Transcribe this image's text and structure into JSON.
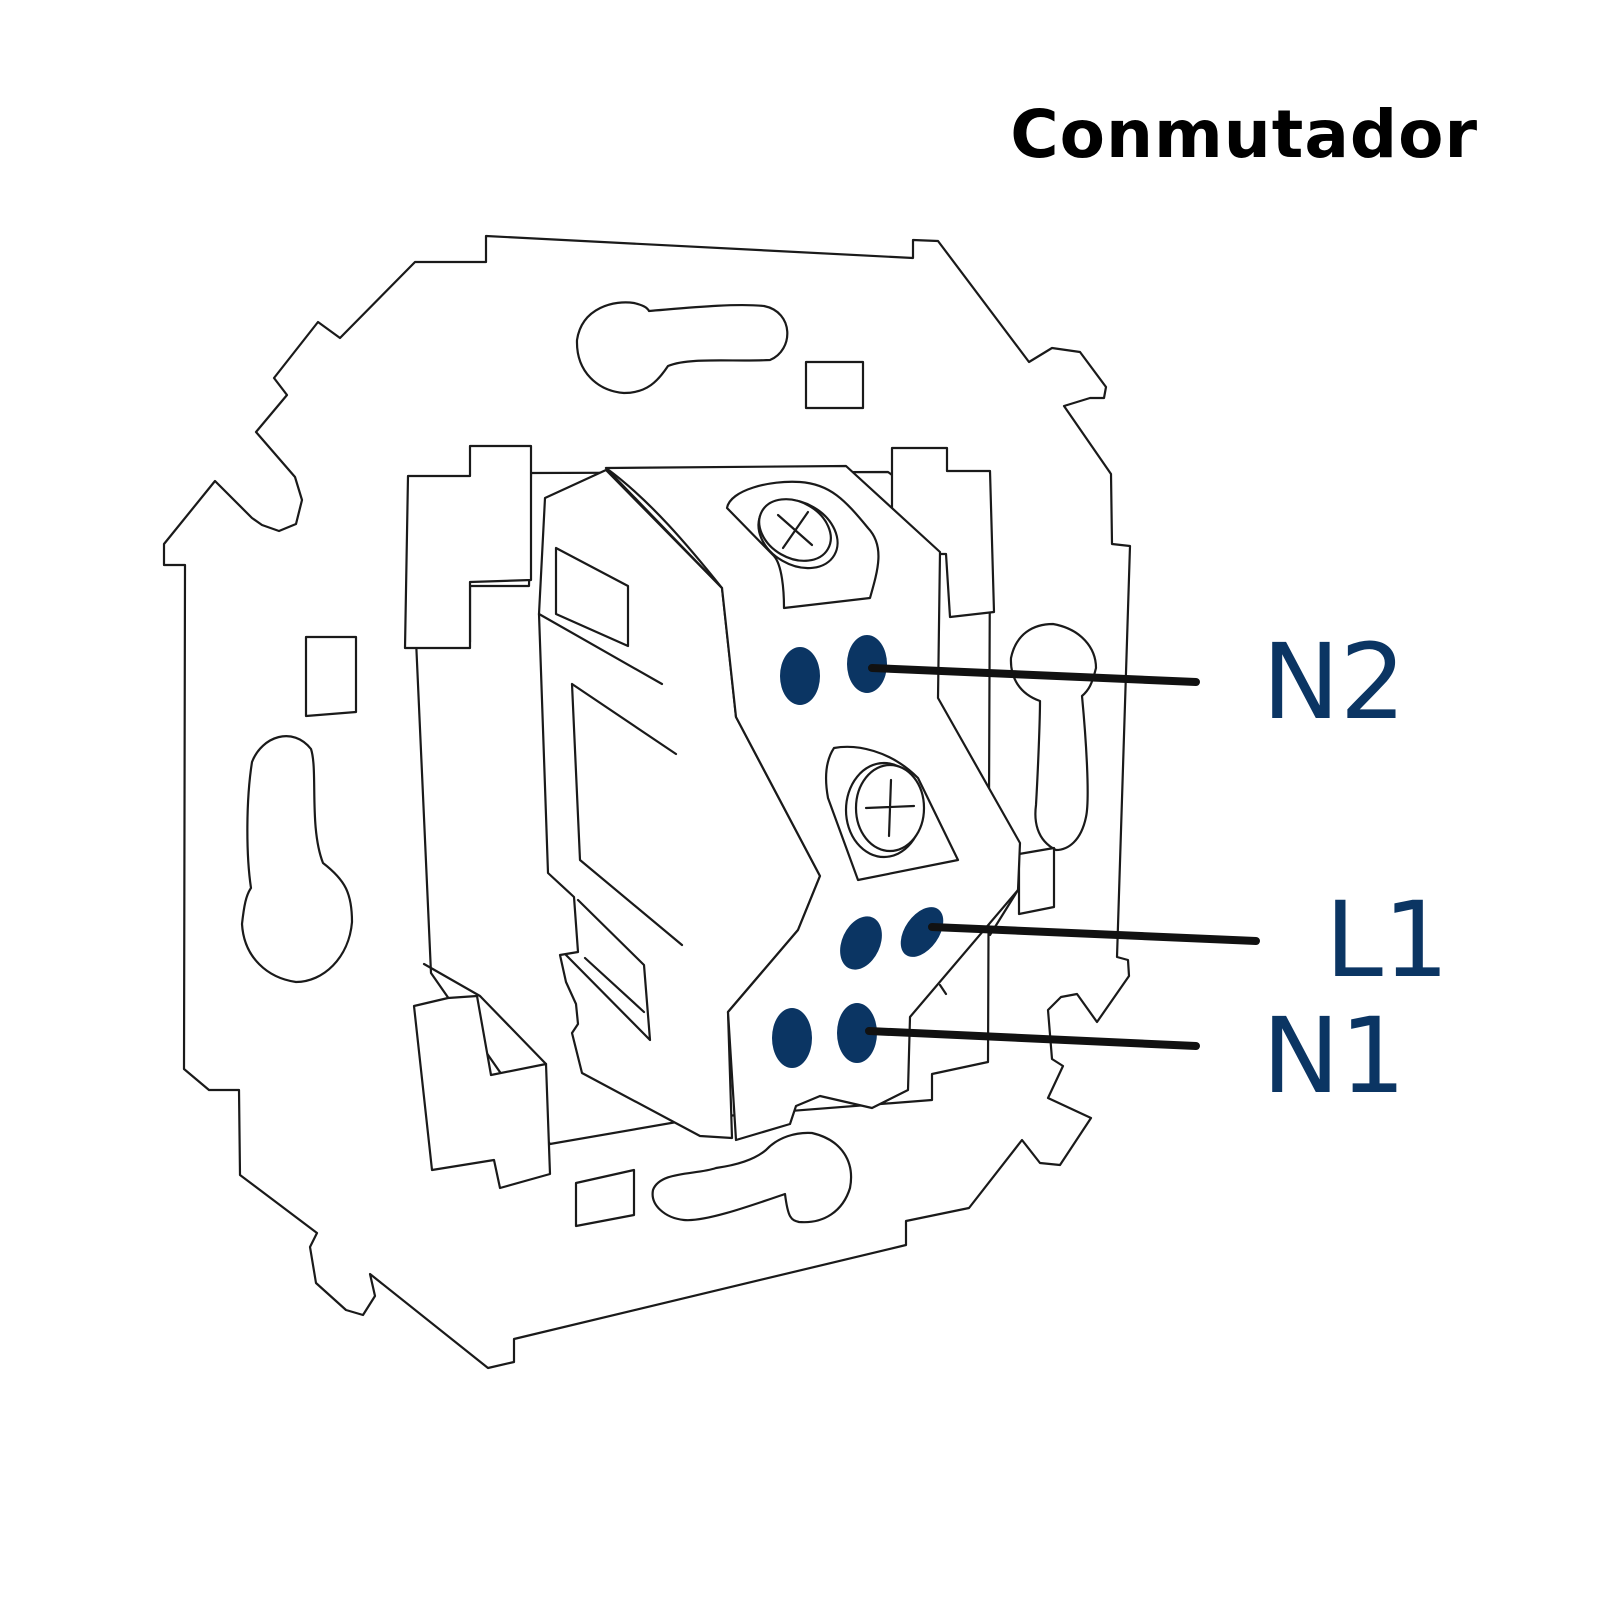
{
  "title": "Conmutador",
  "colors": {
    "terminal": "#0b3563",
    "outline": "#1a1a1a",
    "wire": "#111111",
    "label": "#0b3563"
  },
  "terminals": [
    {
      "id": "n2",
      "label": "N2"
    },
    {
      "id": "l1",
      "label": "L1"
    },
    {
      "id": "n1",
      "label": "N1"
    }
  ]
}
